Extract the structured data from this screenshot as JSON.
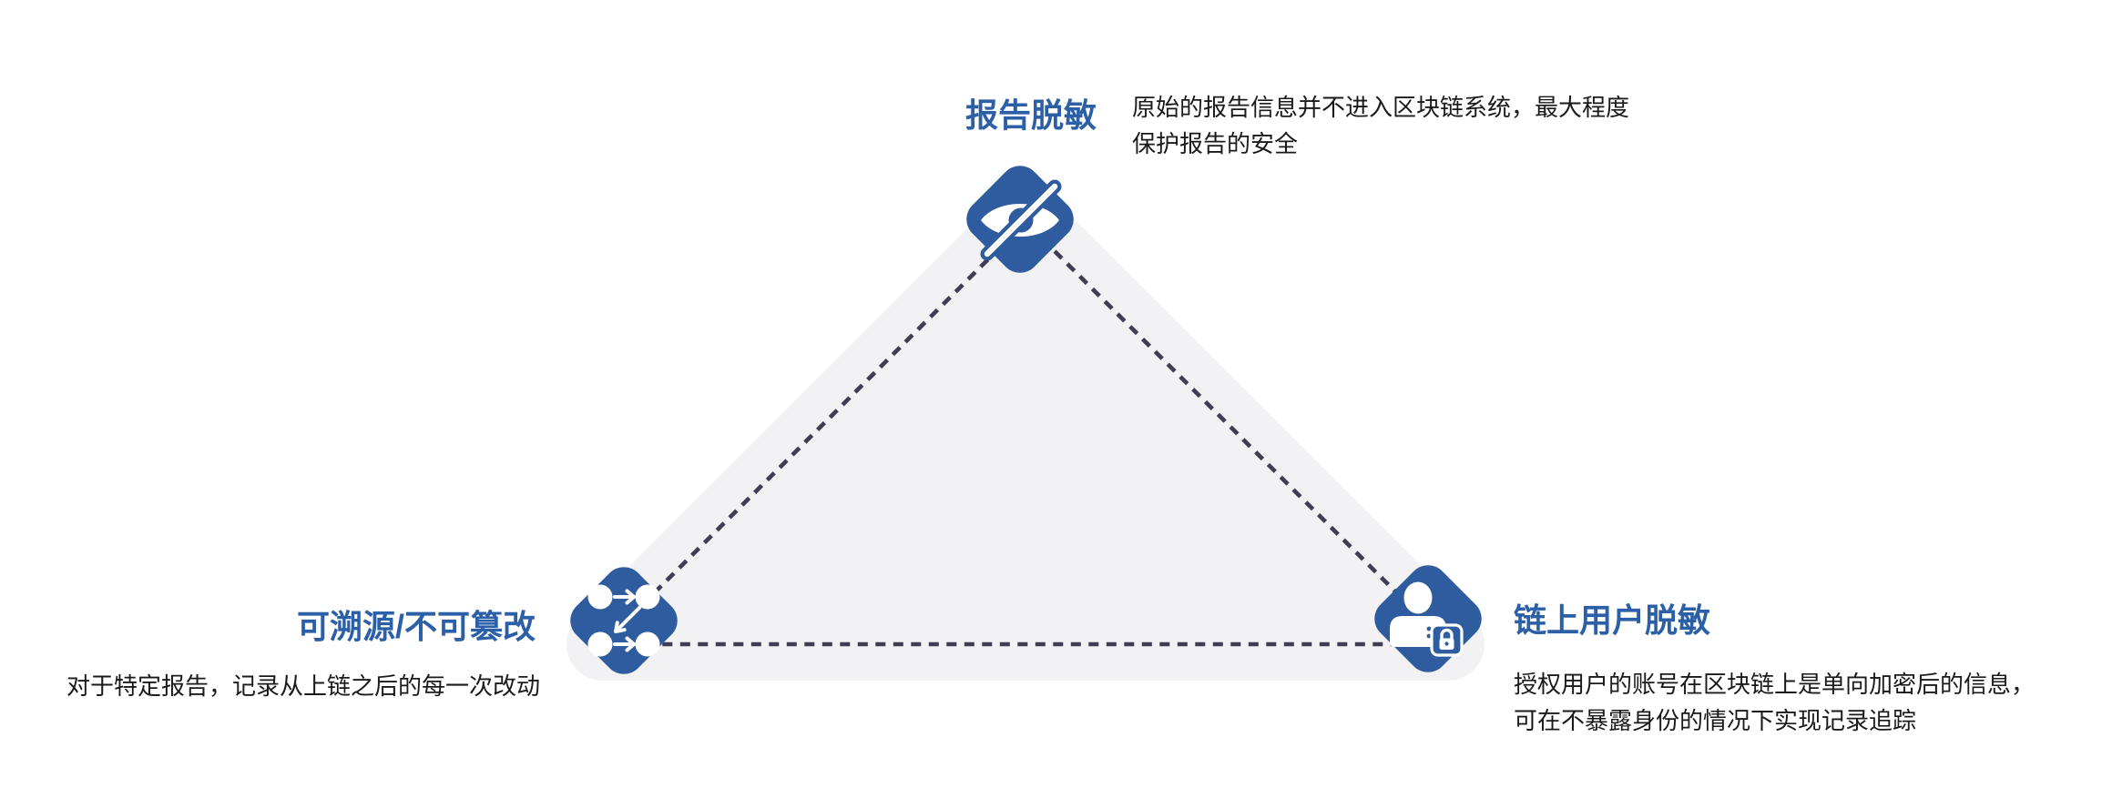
{
  "diagram": {
    "title": "blockchain-desensitization-triangle",
    "nodes": {
      "top": {
        "label": "报告脱敏",
        "icon": "eye-off-icon",
        "desc_lines": [
          "原始的报告信息并不进入区块链系统，最大程度",
          "保护报告的安全"
        ]
      },
      "left": {
        "label": "可溯源/不可篡改",
        "icon": "trace-flow-icon",
        "desc_lines": [
          "对于特定报告，记录从上链之后的每一次改动"
        ]
      },
      "right": {
        "label": "链上用户脱敏",
        "icon": "user-lock-icon",
        "desc_lines": [
          "授权用户的账号在区块链上是单向加密后的信息，",
          "可在不暴露身份的情况下实现记录追踪"
        ]
      }
    },
    "colors": {
      "label_blue": "#2b5fa7",
      "icon_blue": "#2e5c9e",
      "description_text": "#1a1a1a",
      "triangle_fill": "#f2f2f4",
      "dash_line": "#3f3c53",
      "background": "#ffffff"
    }
  }
}
